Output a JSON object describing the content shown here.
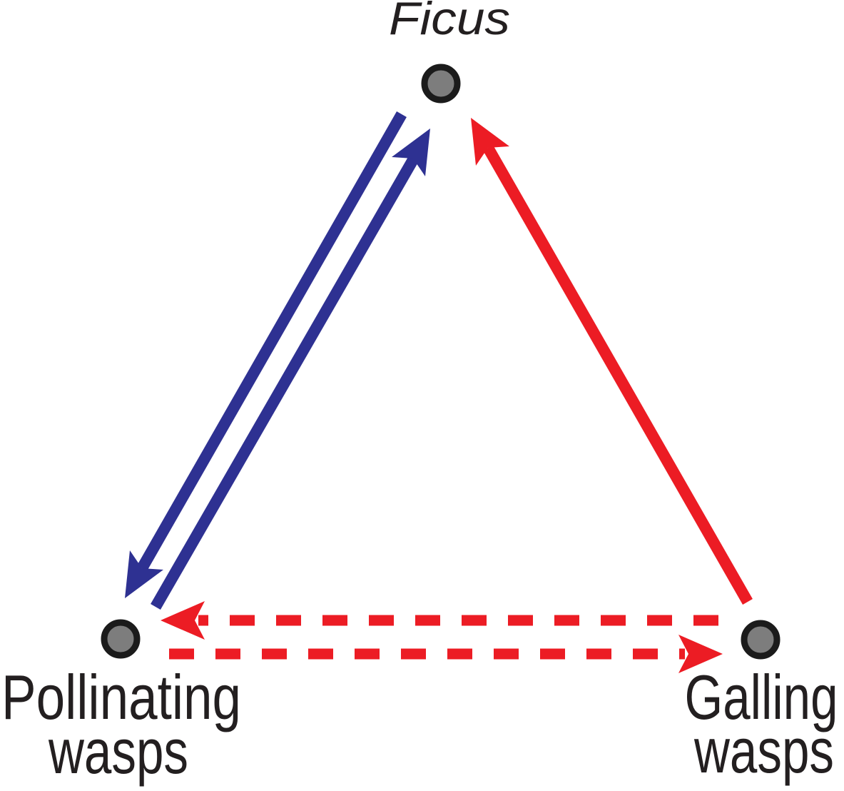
{
  "colors": {
    "blue": "#2e3192",
    "red": "#ec1c24",
    "node-fill": "#7d7d7d",
    "node-stroke": "#1b1b1b",
    "text": "#231f20",
    "background": "#ffffff"
  },
  "diagram": {
    "type": "interaction-triangle",
    "nodes": [
      {
        "id": "ficus",
        "label": "Ficus",
        "text_style": "italic",
        "position": "top-center"
      },
      {
        "id": "pollinating-wasps",
        "label": "Pollinating wasps",
        "line1": "Pollinating",
        "line2": "wasps",
        "position": "bottom-left"
      },
      {
        "id": "galling-wasps",
        "label": "Galling wasps",
        "line1": "Galling",
        "line2": "wasps",
        "position": "bottom-right"
      }
    ],
    "edges": [
      {
        "id": "pollinating-wasps-to-ficus",
        "from": "pollinating-wasps",
        "to": "ficus",
        "line_style": "solid",
        "color": "blue",
        "arrowhead_at": "ficus"
      },
      {
        "id": "ficus-to-pollinating-wasps",
        "from": "ficus",
        "to": "pollinating-wasps",
        "line_style": "solid",
        "color": "blue",
        "arrowhead_at": "pollinating-wasps"
      },
      {
        "id": "galling-wasps-to-ficus",
        "from": "galling-wasps",
        "to": "ficus",
        "line_style": "solid",
        "color": "red",
        "arrowhead_at": "ficus"
      },
      {
        "id": "galling-wasps-to-pollinating-wasps",
        "from": "galling-wasps",
        "to": "pollinating-wasps",
        "line_style": "dashed",
        "color": "red",
        "arrowhead_at": "pollinating-wasps"
      },
      {
        "id": "pollinating-wasps-to-galling-wasps",
        "from": "pollinating-wasps",
        "to": "galling-wasps",
        "line_style": "dashed",
        "color": "red",
        "arrowhead_at": "galling-wasps"
      }
    ]
  }
}
